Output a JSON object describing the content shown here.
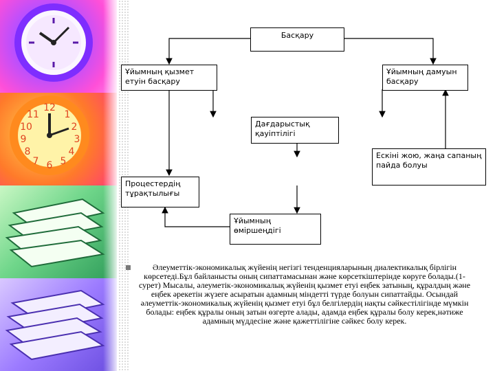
{
  "diagram": {
    "nodes": {
      "top": "Басқару",
      "left_mgmt": "Ұйымның қызмет етуін басқару",
      "right_mgmt": "Ұйымның дамуын басқару",
      "crisis": "Дағдарыстық қауіптілігі",
      "renewal": "Ескіні жою, жаңа сапаның пайда болуы",
      "stability": "Процестердің тұрақтылығы",
      "viability": "Ұйымның өміршеңдігі"
    }
  },
  "text": {
    "paragraph": "Әлеуметтік-экономикалық жүйенің негізгі тенденцияларының диалектикалық бірлігін көрсетеді.Бұл байланысты оның сипаттамасынан және көрсеткіштерінде көруге болады.(1-сурет) Мысалы, әлеуметік-экономикалық жүйенің қызмет етуі еңбек затының, құралдың және еңбек әрекетін жүзеге асыратын адамның міндетті түрде болуын сипаттайды. Осындай әлеуметтік-экономикалық жүйенің қызмет етуі бұл белгілердің нақты сәйкестілігінде мүмкін болады: еңбек құралы оның затын өзгерте алады, адамда еңбек құралы болу керек,нәтиже адамның мүддесіне және қажеттілігіне сәйкес болу керек."
  }
}
